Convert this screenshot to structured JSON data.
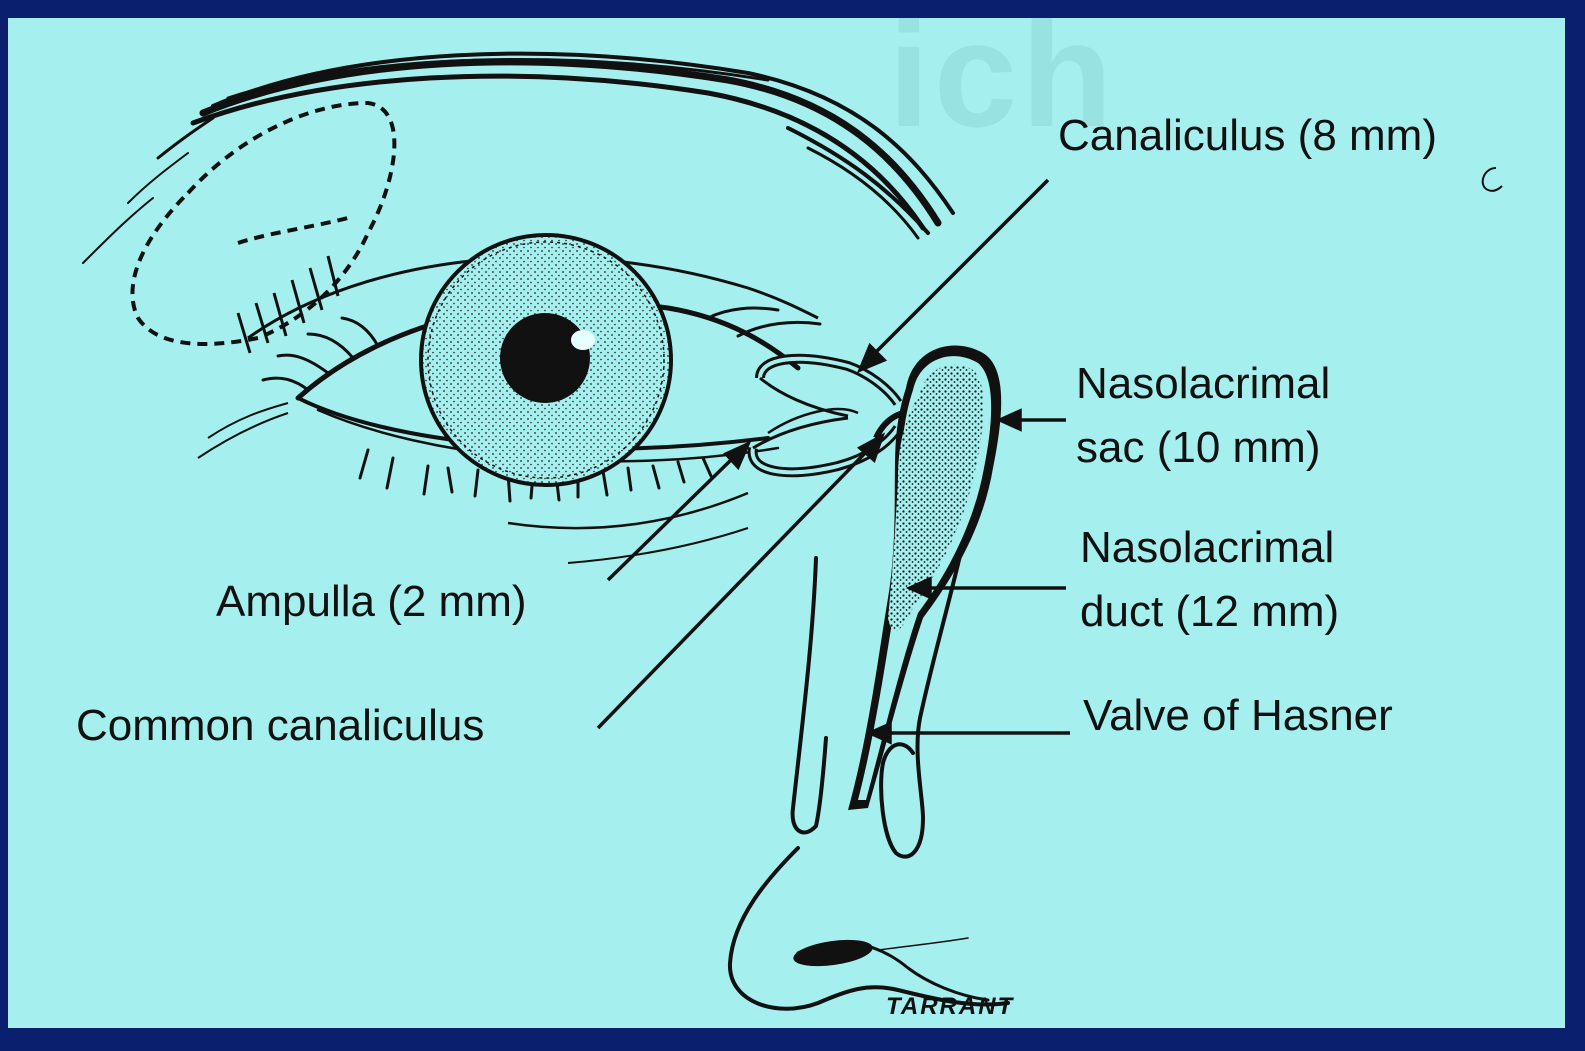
{
  "labels": {
    "canaliculus": "Canaliculus (8 mm)",
    "sac_line1": "Nasolacrimal",
    "sac_line2": "sac (10 mm)",
    "duct_line1": "Nasolacrimal",
    "duct_line2": "duct (12 mm)",
    "valve": "Valve of Hasner",
    "ampulla": "Ampulla (2 mm)",
    "common_canaliculus": "Common canaliculus"
  },
  "signature": "TARRANT",
  "colors": {
    "background": "#a5f0ee",
    "frame": "#0a1f6e",
    "ink": "#111111"
  }
}
